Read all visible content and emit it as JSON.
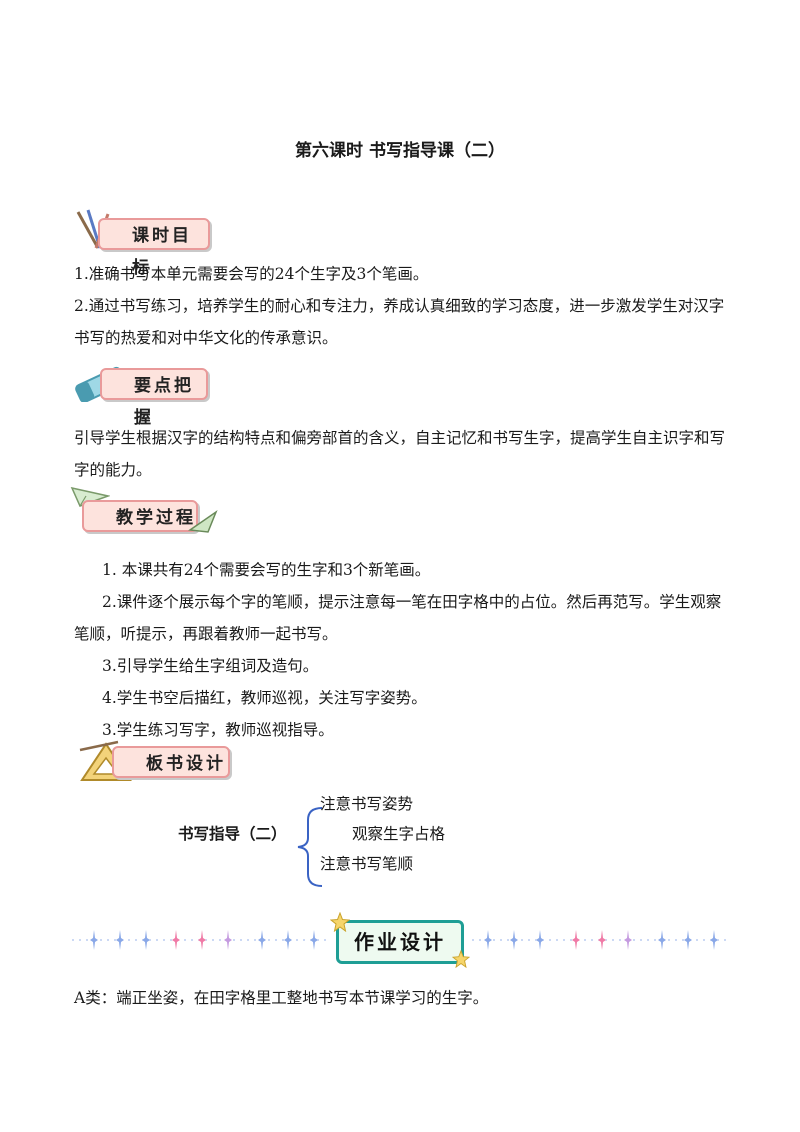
{
  "title": "第六课时  书写指导课（二）",
  "sections": {
    "goals": {
      "label": "课时目标",
      "items": [
        "1.准确书写本单元需要会写的24个生字及3个笔画。",
        "2.通过书写练习，培养学生的耐心和专注力，养成认真细致的学习态度，进一步激发学生对汉字书写的热爱和对中华文化的传承意识。"
      ]
    },
    "keypoints": {
      "label": "要点把握",
      "text": "引导学生根据汉字的结构特点和偏旁部首的含义，自主记忆和书写生字，提高学生自主识字和写字的能力。"
    },
    "process": {
      "label": "教学过程",
      "steps": [
        "1.  本课共有24个需要会写的生字和3个新笔画。",
        "2.课件逐个展示每个字的笔顺，提示注意每一笔在田字格中的占位。然后再范写。学生观察笔顺，听提示，再跟着教师一起书写。",
        "3.引导学生给生字组词及造句。",
        "4.学生书空后描红，教师巡视，关注写字姿势。",
        "3.学生练习写字，教师巡视指导。"
      ]
    },
    "board": {
      "label": "板书设计",
      "title": "书写指导（二）",
      "branches": [
        "注意书写姿势",
        "观察生字占格",
        "注意书写笔顺"
      ]
    },
    "homework": {
      "label": "作业设计",
      "items": [
        "A类：端正坐姿，在田字格里工整地书写本节课学习的生字。"
      ]
    }
  },
  "colors": {
    "badge_fill": "#fde3dd",
    "badge_border": "#e99a9a",
    "homework_border": "#1e9e95",
    "star_blue": "#8aa8e8",
    "star_pink": "#f07aa6",
    "brace": "#3a63c4"
  },
  "icons": {
    "goals": "brushes-icon",
    "keypoints": "eraser-icon",
    "process": "paper-plane-icon",
    "board": "triangle-ruler-icon",
    "homework": "star-icon"
  }
}
